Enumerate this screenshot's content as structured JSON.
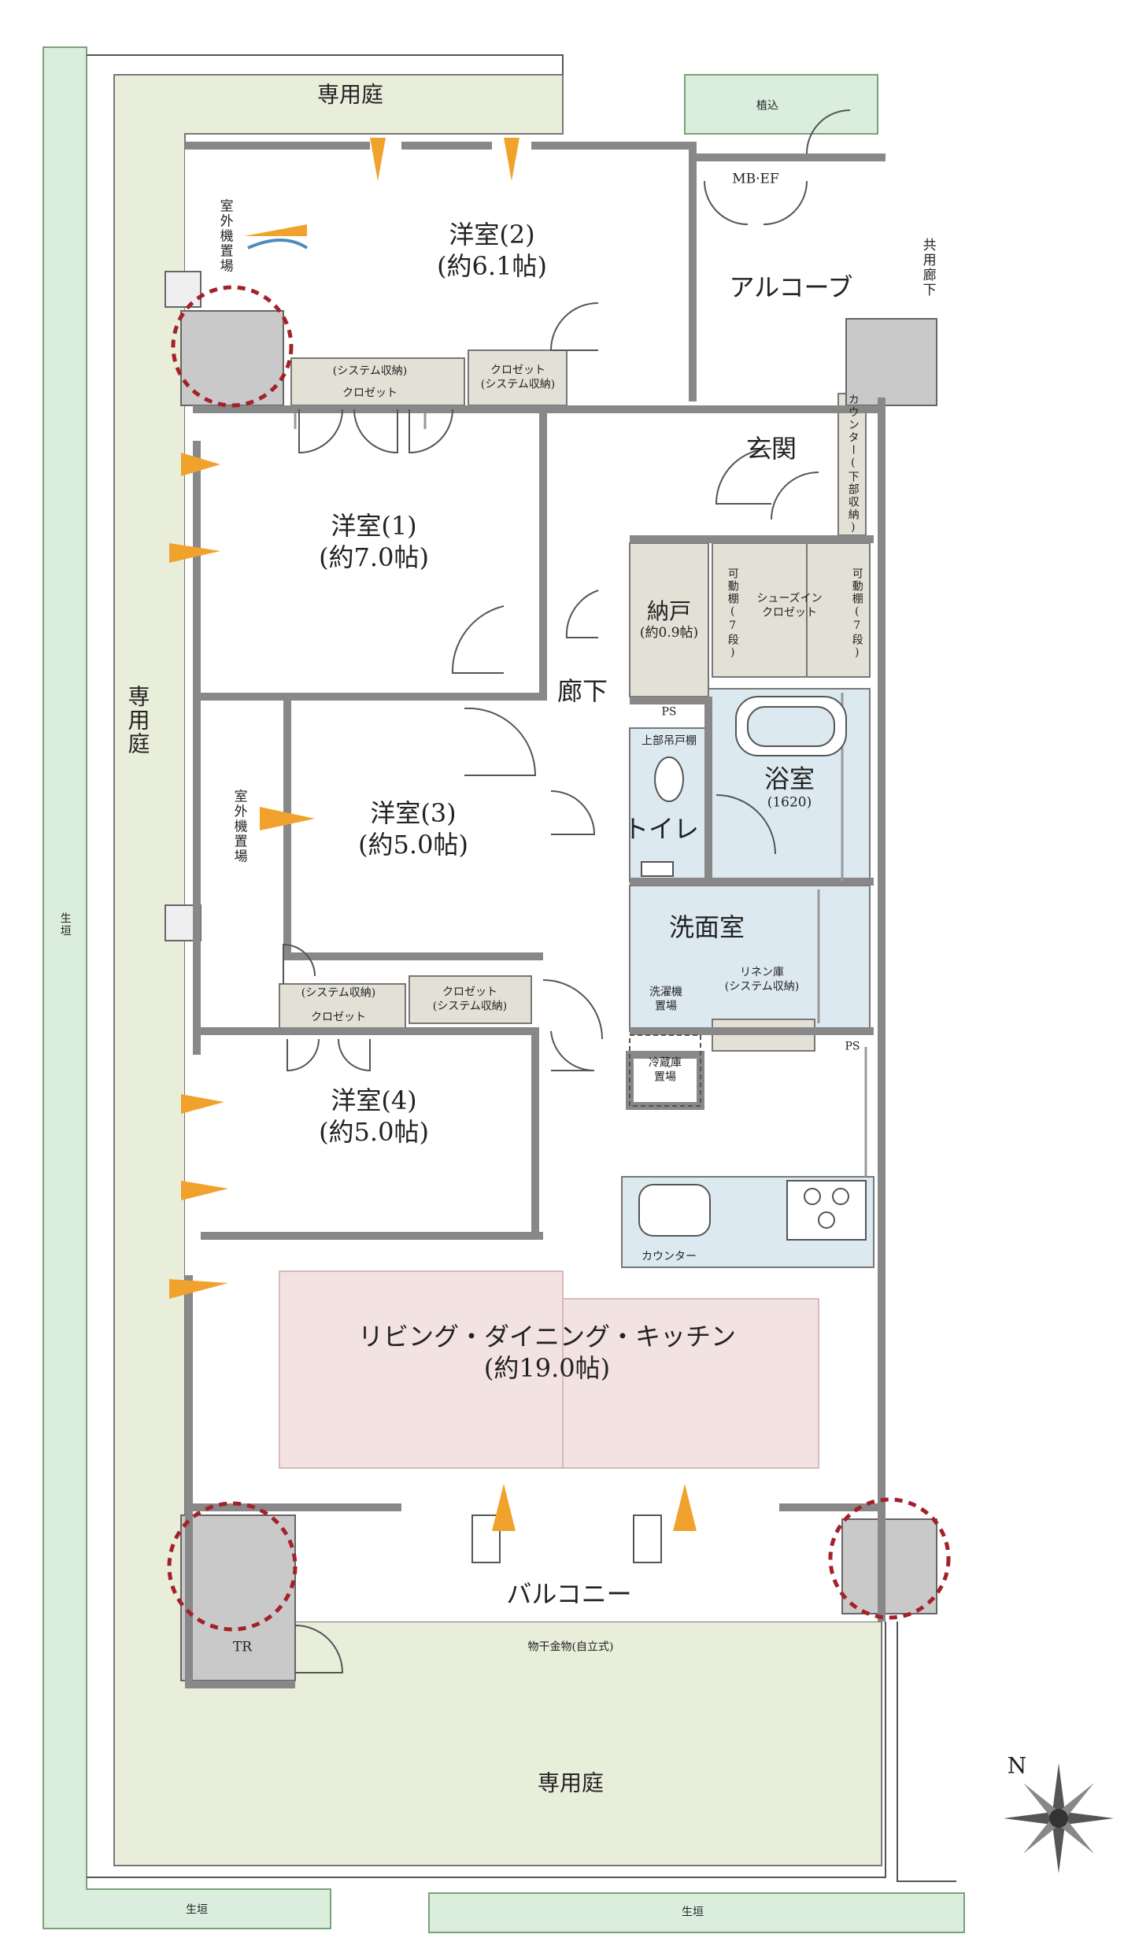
{
  "garden": {
    "top": "専用庭",
    "left": "専用庭",
    "bottom": "専用庭"
  },
  "hedge": {
    "left": "生垣",
    "bottom_left": "生垣",
    "bottom_right": "生垣"
  },
  "planting": "植込",
  "mb_ef": "MB·EF",
  "common_corridor": "共用廊下",
  "rooms": {
    "western2": {
      "name": "洋室(2)",
      "size": "(約6.1帖)"
    },
    "western1": {
      "name": "洋室(1)",
      "size": "(約7.0帖)"
    },
    "western3": {
      "name": "洋室(3)",
      "size": "(約5.0帖)"
    },
    "western4": {
      "name": "洋室(4)",
      "size": "(約5.0帖)"
    },
    "ldk": {
      "name": "リビング・ダイニング・キッチン",
      "size": "(約19.0帖)"
    },
    "alcove": "アルコーブ",
    "entrance": "玄関",
    "storage": {
      "name": "納戸",
      "size": "(約0.9帖)"
    },
    "corridor": "廊下",
    "bath": {
      "name": "浴室",
      "size": "(1620)"
    },
    "toilet": "トイレ",
    "washroom": "洗面室",
    "balcony": "バルコニー"
  },
  "storage_labels": {
    "sys_storage": "(システム収納)",
    "closet": "クロゼット",
    "closet_sys": "(システム収納)",
    "shoes_in": "シューズイン\nクロゼット",
    "shelf_left": "可動棚(7段)",
    "shelf_right": "可動棚(7段)",
    "counter_lower": "カウンター(下部収納)",
    "upper_shelf": "上部吊戸棚",
    "linen": "リネン庫",
    "linen_sys": "(システム収納)",
    "washer": "洗濯機\n置場",
    "fridge": "冷蔵庫\n置場",
    "counter": "カウンター",
    "ps": "PS",
    "ac_unit": "室外機置場",
    "tr": "TR",
    "laundry": "物干金物(自立式)"
  },
  "compass": "N",
  "colors": {
    "garden": "#e9eedb",
    "hedge": "#dbeedd",
    "wall": "#8e8e8e",
    "gray_block": "#c9c9c9",
    "wet_area": "#dde9f1",
    "ldk_rug": "#f2e2e2",
    "closet": "#e3e0d6",
    "circle": "#a3222a",
    "arrow_orange": "#f0a22c",
    "arrow_blue": "#4f8bb8"
  }
}
